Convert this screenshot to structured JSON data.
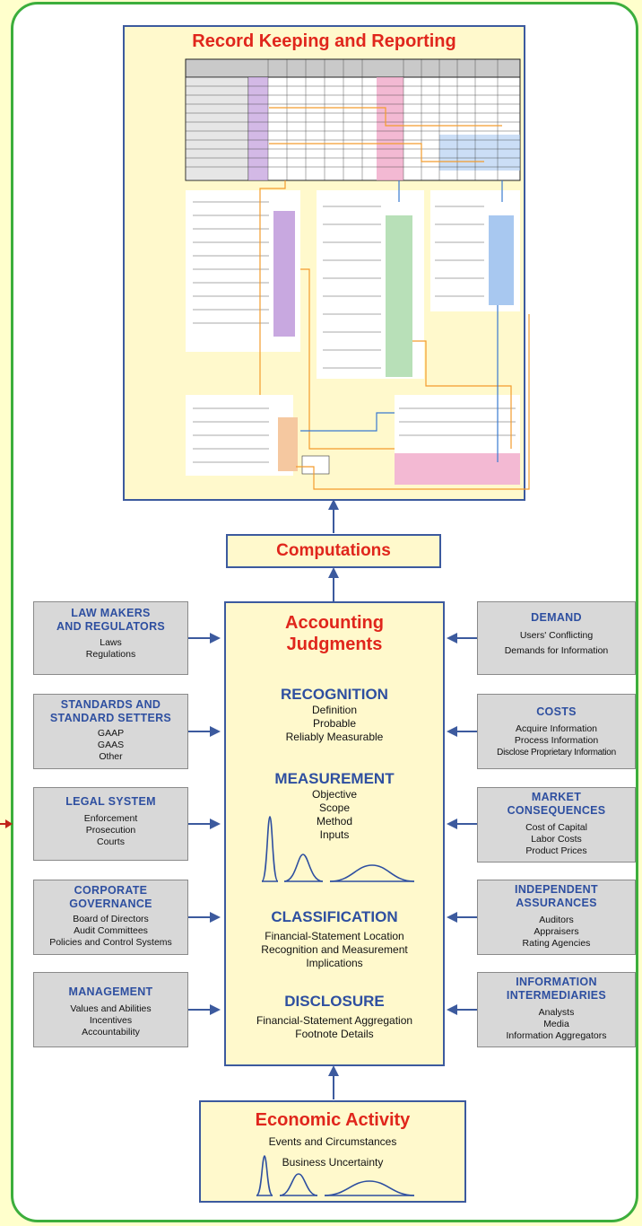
{
  "record_keeping": {
    "title": "Record Keeping and Reporting"
  },
  "computations": {
    "title": "Computations"
  },
  "judgments": {
    "title_line1": "Accounting",
    "title_line2": "Judgments",
    "sections": [
      {
        "heading": "RECOGNITION",
        "lines": [
          "Definition",
          "Probable",
          "Reliably Measurable"
        ]
      },
      {
        "heading": "MEASUREMENT",
        "lines": [
          "Objective",
          "Scope",
          "Method",
          "Inputs"
        ]
      },
      {
        "heading": "CLASSIFICATION",
        "lines": [
          "Financial-Statement Location",
          "Recognition and Measurement",
          "Implications"
        ]
      },
      {
        "heading": "DISCLOSURE",
        "lines": [
          "Financial-Statement Aggregation",
          "Footnote Details"
        ]
      }
    ]
  },
  "left_boxes": [
    {
      "head": [
        "LAW MAKERS",
        "AND REGULATORS"
      ],
      "lines": [
        "Laws",
        "Regulations"
      ]
    },
    {
      "head": [
        "STANDARDS AND",
        "STANDARD SETTERS"
      ],
      "lines": [
        "GAAP",
        "GAAS",
        "Other"
      ]
    },
    {
      "head": [
        "LEGAL SYSTEM"
      ],
      "lines": [
        "Enforcement",
        "Prosecution",
        "Courts"
      ]
    },
    {
      "head": [
        "CORPORATE",
        "GOVERNANCE"
      ],
      "lines": [
        "Board of Directors",
        "Audit Committees",
        "Policies and Control Systems"
      ]
    },
    {
      "head": [
        "MANAGEMENT"
      ],
      "lines": [
        "Values and Abilities",
        "Incentives",
        "Accountability"
      ]
    }
  ],
  "right_boxes": [
    {
      "head": [
        "DEMAND"
      ],
      "lines": [
        "Users' Conflicting",
        "Demands for Information"
      ]
    },
    {
      "head": [
        "COSTS"
      ],
      "lines": [
        "Acquire Information",
        "Process Information",
        "Disclose Proprietary Information"
      ]
    },
    {
      "head": [
        "MARKET",
        "CONSEQUENCES"
      ],
      "lines": [
        "Cost of Capital",
        "Labor Costs",
        "Product Prices"
      ]
    },
    {
      "head": [
        "INDEPENDENT",
        "ASSURANCES"
      ],
      "lines": [
        "Auditors",
        "Appraisers",
        "Rating Agencies"
      ]
    },
    {
      "head": [
        "INFORMATION",
        "INTERMEDIARIES"
      ],
      "lines": [
        "Analysts",
        "Media",
        "Information Aggregators"
      ]
    }
  ],
  "economic": {
    "title": "Economic Activity",
    "lines": [
      "Events and Circumstances",
      "Business Uncertainty"
    ]
  },
  "colors": {
    "frame": "#3cae3c",
    "box_border": "#3c5a9e",
    "title_red": "#e0261c",
    "heading_blue": "#2e4fa0",
    "cream": "#fff9cc",
    "side_gray": "#d8d8d8"
  }
}
